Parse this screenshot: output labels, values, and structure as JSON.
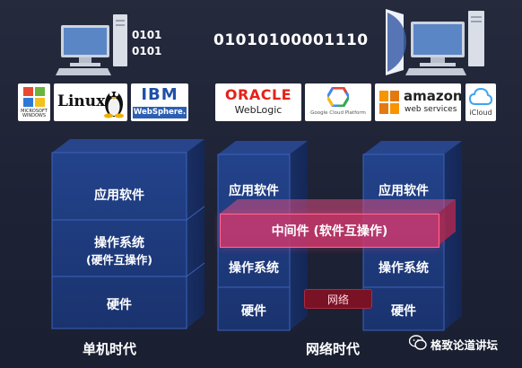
{
  "top": {
    "bits_small": [
      "0101",
      "0101"
    ],
    "bits_big": "01010100001110"
  },
  "logos": {
    "windows": "MICROSOFT WINDOWS",
    "linux": "Linux",
    "ibm": "IBM",
    "websphere": "WebSphere.",
    "oracle": "ORACLE",
    "weblogic": "WebLogic",
    "google_cloud": "Google Cloud Platform",
    "amazon": "amazon",
    "aws": "web services",
    "icloud": "iCloud"
  },
  "standalone": {
    "app": "应用软件",
    "os_line1": "操作系统",
    "os_line2": "(硬件互操作)",
    "hw": "硬件",
    "era": "单机时代"
  },
  "network": {
    "left_app": "应用软件",
    "left_os": "操作系统",
    "left_hw": "硬件",
    "right_app": "应用软件",
    "right_os": "操作系统",
    "right_hw": "硬件",
    "middleware": "中间件 (软件互操作)",
    "network": "网络",
    "era": "网络时代"
  },
  "watermark": "格致论道讲坛",
  "colors": {
    "background": "#1f2437",
    "cube": "#1f3f8a",
    "middleware": "#d6386e",
    "network": "#7a1225"
  }
}
